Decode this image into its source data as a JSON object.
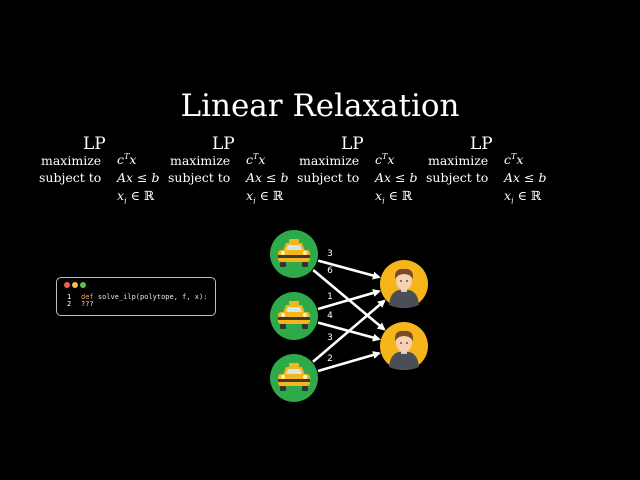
{
  "title": "Linear Relaxation",
  "lp_blocks": [
    {
      "head": "LP",
      "maximize": "maximize",
      "subject_to": "subject to",
      "obj": "c",
      "obj_sup": "T",
      "obj_var": "x",
      "constraint": "Ax ≤ b",
      "domain_var": "x",
      "domain_sub": "i",
      "domain": "∈ ℝ"
    },
    {
      "head": "LP",
      "maximize": "maximize",
      "subject_to": "subject to",
      "obj": "c",
      "obj_sup": "T",
      "obj_var": "x",
      "constraint": "Ax ≤ b",
      "domain_var": "x",
      "domain_sub": "i",
      "domain": "∈ ℝ"
    },
    {
      "head": "LP",
      "maximize": "maximize",
      "subject_to": "subject to",
      "obj": "c",
      "obj_sup": "T",
      "obj_var": "x",
      "constraint": "Ax ≤ b",
      "domain_var": "x",
      "domain_sub": "i",
      "domain": "∈ ℝ"
    },
    {
      "head": "LP",
      "maximize": "maximize",
      "subject_to": "subject to",
      "obj": "c",
      "obj_sup": "T",
      "obj_var": "x",
      "constraint": "Ax ≤ b",
      "domain_var": "x",
      "domain_sub": "i",
      "domain": "∈ ℝ"
    }
  ],
  "code": {
    "dot_colors": [
      "#ee5f57",
      "#f5bf4f",
      "#5ec251"
    ],
    "lines": [
      {
        "num": "1",
        "keyword": "def",
        "text": " solve_ilp(polytope, f, x):"
      },
      {
        "num": "2",
        "keyword": "",
        "text": "    ???"
      }
    ]
  },
  "graph": {
    "taxi_color": "#2eaa4a",
    "person_color": "#f5b51b",
    "taxis": [
      "taxi-1",
      "taxi-2",
      "taxi-3"
    ],
    "people": [
      "person-1",
      "person-2"
    ],
    "edges": [
      {
        "from": 0,
        "to": 0,
        "weight": "3"
      },
      {
        "from": 0,
        "to": 1,
        "weight": "6"
      },
      {
        "from": 1,
        "to": 0,
        "weight": "1"
      },
      {
        "from": 1,
        "to": 1,
        "weight": "4"
      },
      {
        "from": 2,
        "to": 0,
        "weight": "3"
      },
      {
        "from": 2,
        "to": 1,
        "weight": "2"
      }
    ]
  }
}
